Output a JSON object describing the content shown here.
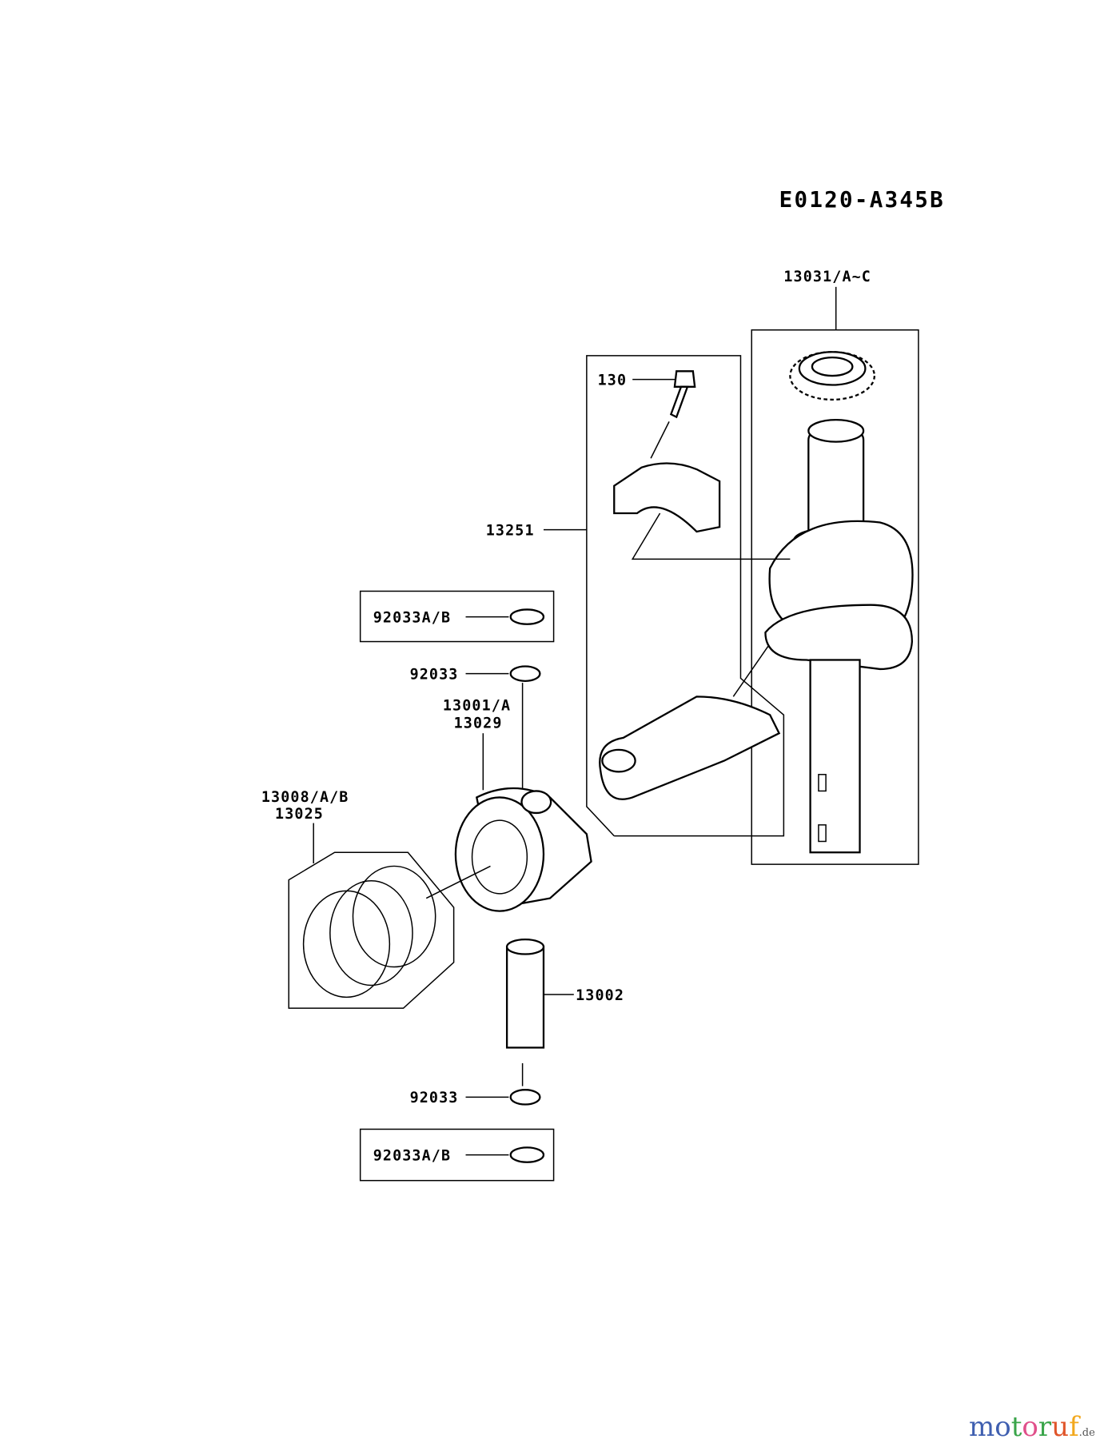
{
  "diagram_code": "E0120-A345B",
  "callouts": {
    "crankshaft": "13031/A~C",
    "bolt": "130",
    "connecting_rod": "13251",
    "circlip_box_top": "92033A/B",
    "circlip_top": "92033",
    "piston_line1": "13001/A",
    "piston_line2": "13029",
    "rings_line1": "13008/A/B",
    "rings_line2": "13025",
    "piston_pin": "13002",
    "circlip_bottom": "92033",
    "circlip_box_bottom": "92033A/B"
  },
  "watermark": {
    "text": "motoruf",
    "tld": ".de",
    "letter_colors": [
      "#3f5fb0",
      "#3f5fb0",
      "#3aa54a",
      "#e0508a",
      "#3aa54a",
      "#e0552a",
      "#f2a81d"
    ]
  }
}
